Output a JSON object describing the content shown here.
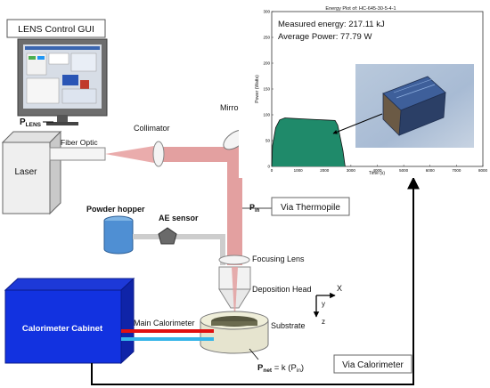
{
  "gui_label": "LENS Control GUI",
  "p_lens": {
    "main": "P",
    "sub": "LENS"
  },
  "laser_label": "Laser",
  "fiber_label": "Fiber Optic",
  "collimator_label": "Collimator",
  "mirror_label": "Mirror",
  "powder_label": "Powder hopper",
  "ae_label": "AE sensor",
  "p_in": {
    "main": "P",
    "sub": "in"
  },
  "thermopile_label": "Via Thermopile",
  "focusing_label": "Focusing Lens",
  "deposition_label": "Deposition Head",
  "substrate_label": "Substrate",
  "main_cal_label": "Main Calorimeter",
  "cal_cabinet_label": "Calorimeter Cabinet",
  "p_net": {
    "main": "P",
    "sub": "net",
    "rest": " = k (P",
    "sub2": "in",
    "close": ")"
  },
  "via_cal_label": "Via Calorimeter",
  "axes": {
    "x": "X",
    "y": "y",
    "z": "z"
  },
  "plot": {
    "title": "Energy Plot of: HC-645-30-5-4-1",
    "energy_text": "Measured energy: 217.11 kJ",
    "power_text": "Average Power: 77.79 W",
    "colors": {
      "fill": "#1f8a6a",
      "line": "#111111"
    }
  },
  "chart_data": {
    "type": "area",
    "title": "Energy Plot of: HC-645-30-5-4-1",
    "xlabel": "Time (s)",
    "ylabel": "Power (Watts)",
    "xlim": [
      0,
      8000
    ],
    "ylim": [
      0,
      300
    ],
    "x_ticks": [
      0,
      1000,
      2000,
      3000,
      4000,
      5000,
      6000,
      7000,
      8000
    ],
    "y_ticks": [
      0,
      50,
      100,
      150,
      200,
      250,
      300
    ],
    "x": [
      0,
      30,
      150,
      300,
      500,
      800,
      1200,
      1600,
      2000,
      2400,
      2500,
      2700,
      2780
    ],
    "values": [
      0,
      40,
      75,
      90,
      94,
      93,
      92,
      91,
      90,
      89,
      80,
      30,
      0
    ]
  }
}
